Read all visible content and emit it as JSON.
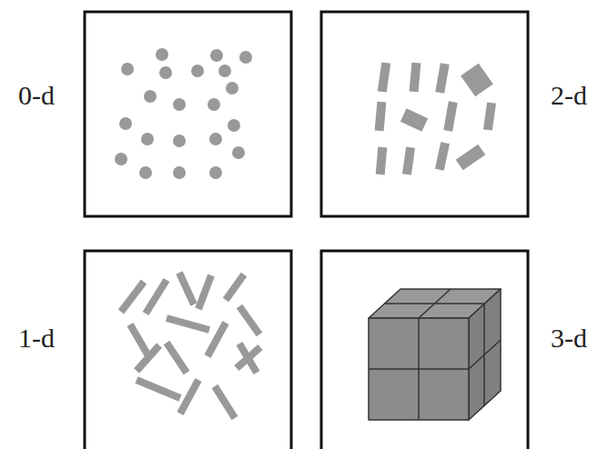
{
  "diagram": {
    "labels": [
      "0-d",
      "2-d",
      "1-d",
      "3-d"
    ]
  }
}
